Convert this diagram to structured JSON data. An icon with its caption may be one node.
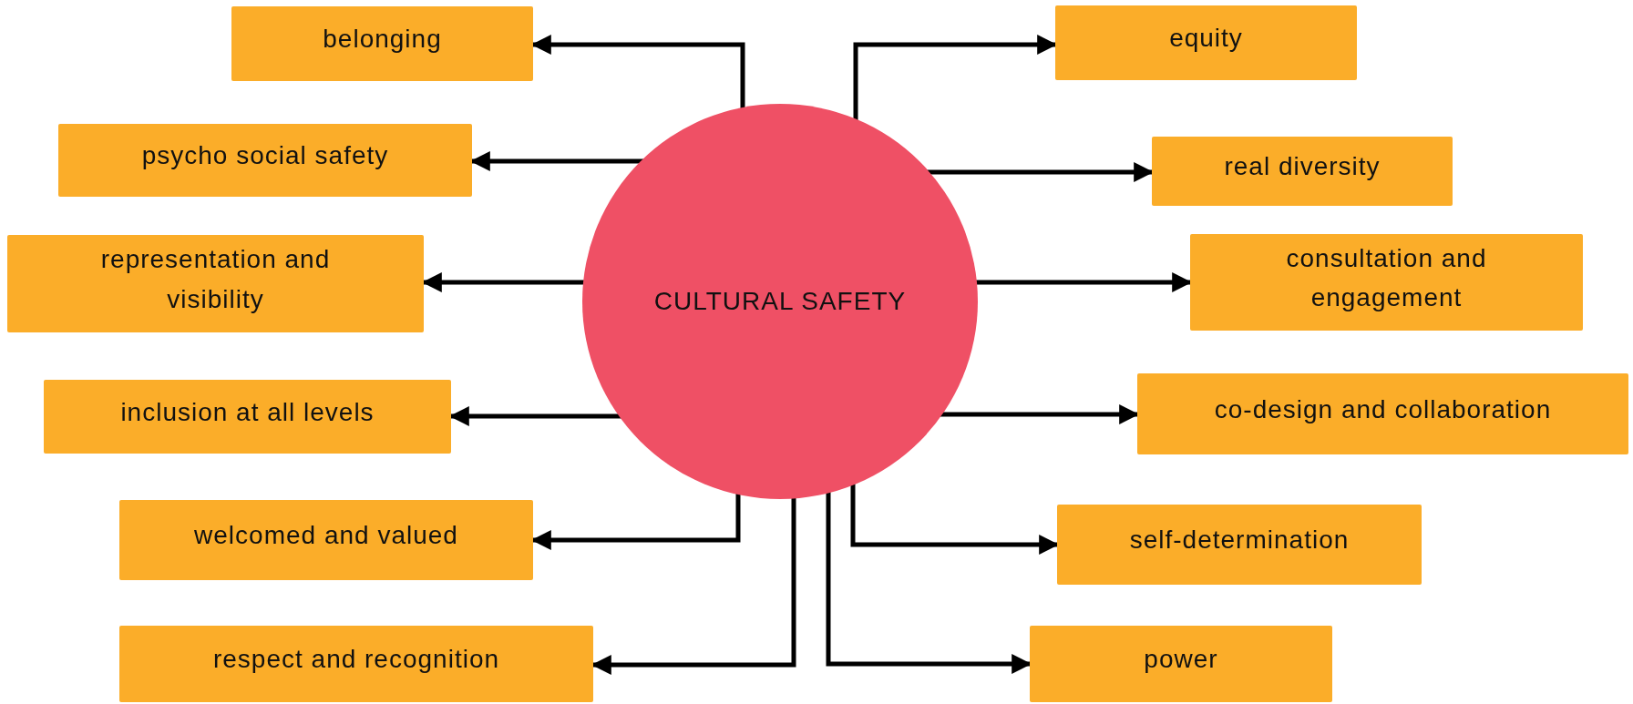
{
  "diagram": {
    "nodes": [
      {
        "text": [
          "CULTURAL SAFETY"
        ]
      },
      {
        "text": [
          "belonging"
        ]
      },
      {
        "text": [
          "psycho social safety"
        ]
      },
      {
        "text": [
          "representation and visibility"
        ]
      },
      {
        "text": [
          "inclusion at all levels"
        ]
      },
      {
        "text": [
          "welcomed and valued"
        ]
      },
      {
        "text": [
          "respect and recognition"
        ]
      },
      {
        "text": [
          "equity"
        ]
      },
      {
        "text": [
          "real diversity"
        ]
      },
      {
        "text": [
          "consultation and engagement"
        ]
      },
      {
        "text": [
          "co-design and collaboration"
        ]
      },
      {
        "text": [
          "self-determination"
        ]
      },
      {
        "text": [
          "power"
        ]
      }
    ],
    "edges": [
      {
        "from": 0,
        "to": 1,
        "arrow": "to"
      },
      {
        "from": 0,
        "to": 2,
        "arrow": "to"
      },
      {
        "from": 0,
        "to": 3,
        "arrow": "to"
      },
      {
        "from": 0,
        "to": 4,
        "arrow": "to"
      },
      {
        "from": 0,
        "to": 5,
        "arrow": "to"
      },
      {
        "from": 0,
        "to": 6,
        "arrow": "to"
      },
      {
        "from": 0,
        "to": 7,
        "arrow": "to"
      },
      {
        "from": 0,
        "to": 8,
        "arrow": "to"
      },
      {
        "from": 0,
        "to": 9,
        "arrow": "to"
      },
      {
        "from": 0,
        "to": 10,
        "arrow": "to"
      },
      {
        "from": 0,
        "to": 11,
        "arrow": "to"
      },
      {
        "from": 0,
        "to": 12,
        "arrow": "to"
      }
    ]
  }
}
